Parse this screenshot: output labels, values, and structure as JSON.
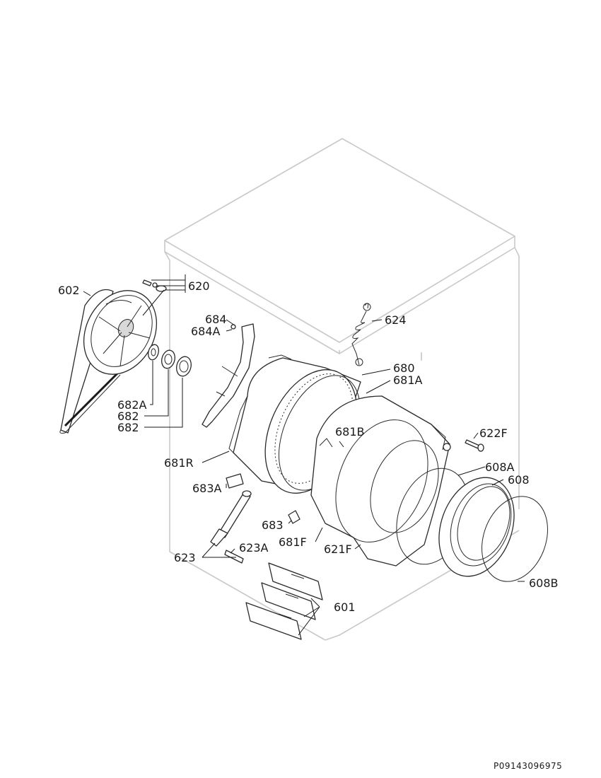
{
  "document_code": "P09143096975",
  "labels": {
    "l602": "602",
    "l620": "620",
    "l684": "684",
    "l684A": "684A",
    "l624": "624",
    "l680": "680",
    "l681A": "681A",
    "l681B": "681B",
    "l622F": "622F",
    "l608A": "608A",
    "l608": "608",
    "l682A": "682A",
    "l682a": "682",
    "l682b": "682",
    "l681R": "681R",
    "l683A": "683A",
    "l683": "683",
    "l681F": "681F",
    "l621F": "621F",
    "l623A": "623A",
    "l623": "623",
    "l608B": "608B",
    "l601": "601"
  }
}
